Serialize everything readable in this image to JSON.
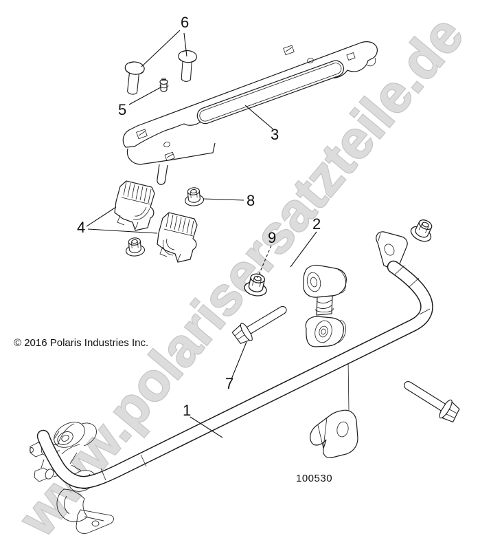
{
  "watermark": {
    "text": "www.polarisersatzteile.de",
    "fill": "#dcdcdc",
    "outline": "#c6c6c6"
  },
  "footer": {
    "copyright": "© 2016 Polaris Industries Inc.",
    "figure_number": "100530"
  },
  "callouts": [
    {
      "label": "1"
    },
    {
      "label": "2"
    },
    {
      "label": "3"
    },
    {
      "label": "4"
    },
    {
      "label": "5"
    },
    {
      "label": "6"
    },
    {
      "label": "7"
    },
    {
      "label": "8"
    },
    {
      "label": "9"
    }
  ],
  "colors": {
    "background": "#ffffff",
    "line": "#1c1c1c"
  }
}
